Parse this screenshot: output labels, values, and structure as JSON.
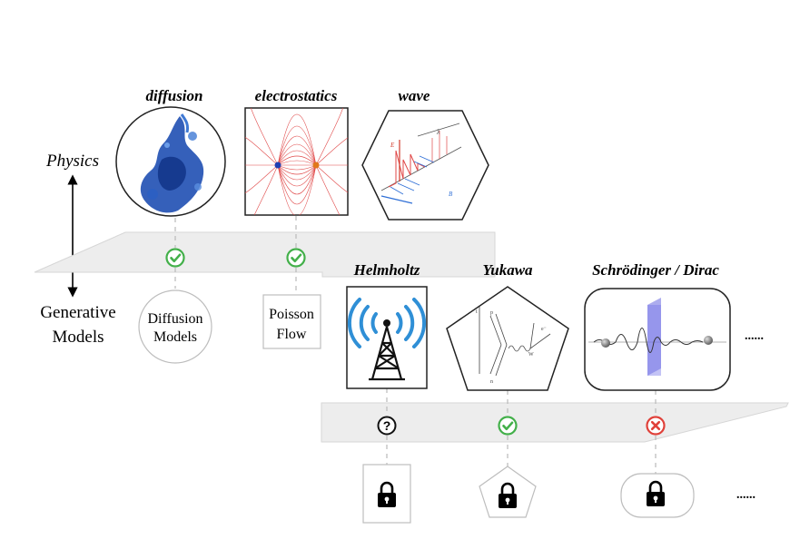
{
  "axis": {
    "top_label": "Physics",
    "bottom_label_line1": "Generative",
    "bottom_label_line2": "Models"
  },
  "row1": {
    "fields": [
      {
        "name": "diffusion",
        "status": "check",
        "model_line1": "Diffusion",
        "model_line2": "Models"
      },
      {
        "name": "electrostatics",
        "status": "check",
        "model_line1": "Poisson",
        "model_line2": "Flow"
      },
      {
        "name": "wave"
      }
    ]
  },
  "row2": {
    "fields": [
      {
        "name": "Helmholtz",
        "status": "question",
        "status_glyph": "?"
      },
      {
        "name": "Yukawa",
        "status": "check"
      },
      {
        "name": "Schrödinger / Dirac",
        "status": "cross"
      }
    ],
    "ellipsis": "......"
  },
  "colors": {
    "check": "#43b04a",
    "cross": "#e0413a",
    "field_line": "#e04848",
    "ink_blue": "#1f4fb3",
    "antenna_blue": "#2f8fd6",
    "band_fill": "#ededed"
  }
}
